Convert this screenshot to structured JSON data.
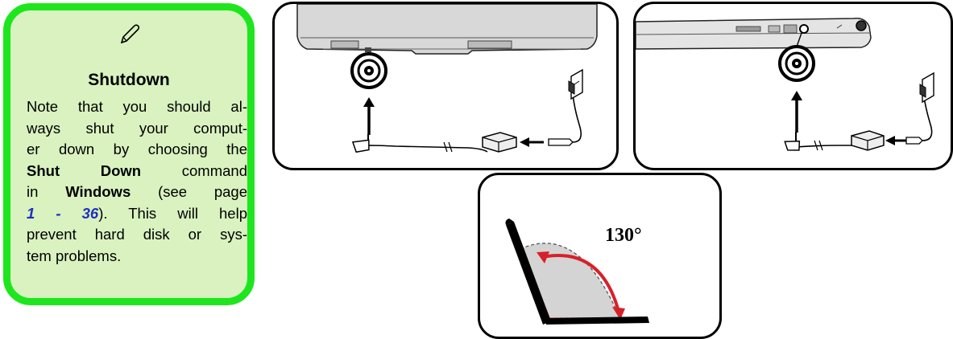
{
  "note": {
    "pen_icon": "pen-icon",
    "title": "Shutdown",
    "line1": "Note that you should al-",
    "line2": "ways shut your comput-",
    "line3": "er down by choosing the",
    "cmd": "Shut Down",
    "cmd_tail": "command",
    "line5_pre": "in",
    "os": "Windows",
    "line5_post": "(see page",
    "page_ref": "1 - 36",
    "line6_post": "). This will help",
    "line7": "prevent hard disk or sys-",
    "line8": "tem problems."
  },
  "figures": {
    "angle_label": "130°"
  },
  "colors": {
    "note_border": "#1ee61e",
    "note_bg": "#d9f2c0",
    "page_ref": "#1f2fbf",
    "arrow_red": "#d8202a"
  }
}
